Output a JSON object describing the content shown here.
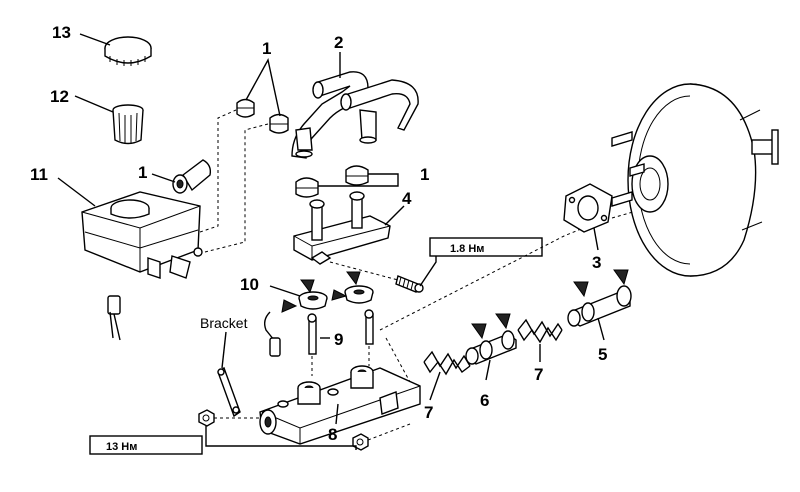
{
  "callouts": {
    "c1a": "1",
    "c1b": "1",
    "c1c": "1",
    "c2": "2",
    "c3": "3",
    "c4": "4",
    "c5": "5",
    "c6": "6",
    "c7a": "7",
    "c7b": "7",
    "c8": "8",
    "c9": "9",
    "c10": "10",
    "c11": "11",
    "c12": "12",
    "c13": "13"
  },
  "labels": {
    "bracket": "Bracket",
    "torque_upper": "1.8 Нм",
    "torque_lower": "13 Нм"
  }
}
